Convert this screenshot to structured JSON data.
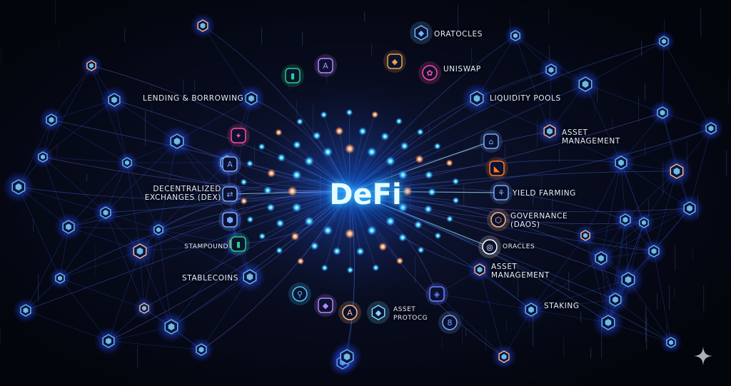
{
  "title": "DeFi",
  "labels": {
    "oratocles": "ORATOCLES",
    "uniswap": "UNISWAP",
    "lending": "LENDING & BORROWING",
    "liquidity": "LIQUIDITY POOLS",
    "asset_top_1": "ASSET",
    "asset_top_2": "MANAGEMENT",
    "dex_1": "DECENTRALIZED",
    "dex_2": "EXCHANGES (DEX)",
    "yield": "YIELD FARMING",
    "gov_1": "GOVERNANCE",
    "gov_2": "(DAOs)",
    "stampound": "STAMPOUND",
    "oracles": "ORACLES",
    "stablecoins": "STABLECOINS",
    "asset_mid_1": "ASSET",
    "asset_mid_2": "MANAGEMENT",
    "staking": "STAKING",
    "protocs_1": "ASSET",
    "protocs_2": "PROTOCG"
  },
  "colors": {
    "background": "#05070f",
    "node_blue": "#2d6cff",
    "node_cyan": "#38d6ff",
    "node_peach": "#ffb98a",
    "line": "#6d5cff"
  },
  "icons": [
    "aave-icon",
    "ethereum-icon",
    "uniswap-icon",
    "shuffle-icon",
    "yield-icon",
    "governance-icon",
    "bitcoin-icon",
    "sparkle-icon"
  ]
}
